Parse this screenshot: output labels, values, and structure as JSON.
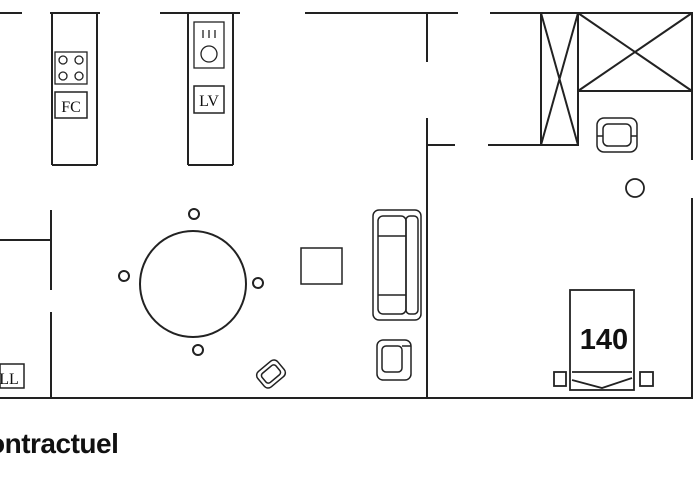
{
  "labels": {
    "fc": "FC",
    "lv": "LV",
    "ll": "LL",
    "bed_size": "140"
  },
  "caption": "ontractuel",
  "colors": {
    "line": "#222222",
    "background": "#ffffff"
  }
}
